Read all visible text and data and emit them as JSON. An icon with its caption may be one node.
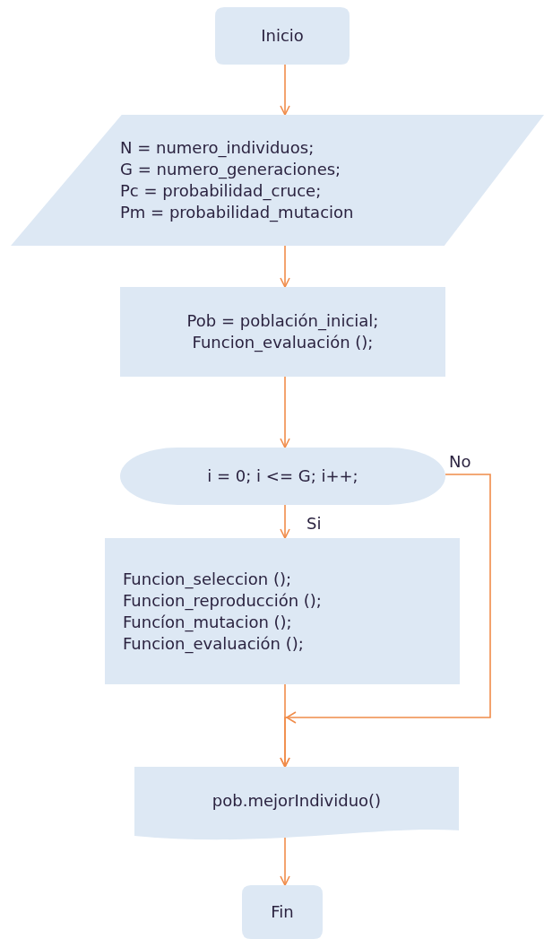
{
  "diagram": {
    "nodes": [
      {
        "text": [
          "Inicio"
        ]
      },
      {
        "text": [
          "N = numero_individuos;",
          "G = numero_generaciones;",
          "Pc = probabilidad_cruce;",
          "Pm = probabilidad_mutacion"
        ]
      },
      {
        "text": [
          "Pob = población_inicial;",
          "Funcion_evaluación ();"
        ]
      },
      {
        "text": [
          "i = 0; i <= G; i++;"
        ]
      },
      {
        "text": [
          "Funcion_seleccion ();",
          "Funcion_reproducción ();",
          "Funcíon_mutacion ();",
          "Funcion_evaluación ();"
        ]
      },
      {
        "text": [
          "pob.mejorIndividuo()"
        ]
      },
      {
        "text": [
          "Fin"
        ]
      }
    ],
    "edges": [
      {
        "from": 0,
        "to": 1,
        "arrow": "to"
      },
      {
        "from": 1,
        "to": 2,
        "arrow": "to"
      },
      {
        "from": 2,
        "to": 3,
        "arrow": "to"
      },
      {
        "from": 3,
        "to": 4,
        "arrow": "to",
        "label": "Si"
      },
      {
        "from": 4,
        "to": 5,
        "arrow": "to"
      },
      {
        "from": 3,
        "to": 5,
        "arrow": "to",
        "label": "No"
      },
      {
        "from": 5,
        "to": 6,
        "arrow": "to"
      }
    ]
  }
}
